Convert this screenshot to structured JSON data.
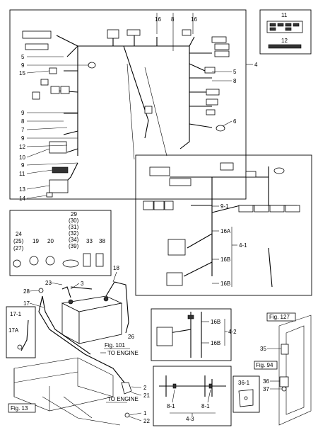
{
  "parts": {
    "p1": "1",
    "p2": "2",
    "p3": "3",
    "p4": "4",
    "p5": "5",
    "p6": "6",
    "p7": "7",
    "p8": "8",
    "p9": "9",
    "p10": "10",
    "p11": "11",
    "p12": "12",
    "p13": "13",
    "p14": "14",
    "p15": "15",
    "p16": "16",
    "p17": "17",
    "p18": "18",
    "p19": "19",
    "p20": "20",
    "p21": "21",
    "p22": "22",
    "p23": "23",
    "p24": "24",
    "p25": "(25)",
    "p26": "26",
    "p27": "(27)",
    "p28": "28",
    "p29": "29",
    "p30": "(30)",
    "p31": "(31)",
    "p32": "(32)",
    "p33": "33",
    "p34": "(34)",
    "p35": "35",
    "p36": "36",
    "p37": "37",
    "p38": "38",
    "p39": "(39)",
    "p9_1": "9-1",
    "p16A": "16A",
    "p16B": "16B",
    "p4_1": "4-1",
    "p4_2": "4-2",
    "p4_3": "4-3",
    "p8_1": "8-1",
    "p17_1": "17-1",
    "p17A": "17A",
    "p36_1": "36-1"
  },
  "refs": {
    "fig101": "Fig. 101",
    "fig127": "Fig. 127",
    "fig94": "Fig. 94",
    "fig13": "Fig. 13",
    "to_engine": "TO ENGINE"
  }
}
